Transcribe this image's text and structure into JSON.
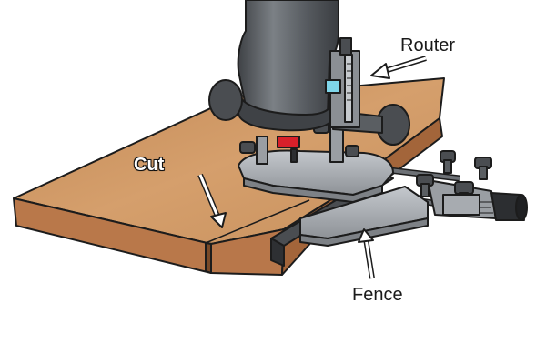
{
  "labels": {
    "router": "Router",
    "cut": "Cut",
    "fence": "Fence"
  },
  "colors": {
    "wood_top": "#c9915e",
    "wood_front": "#b9784a",
    "wood_edge": "#a3653a",
    "metal_dark": "#4f5256",
    "metal_mid": "#8b8f94",
    "metal_light": "#b8bcc1",
    "plate": "#a8acb1",
    "outline": "#1c1c1c",
    "accent_red": "#d8202a",
    "accent_cyan": "#7fd6ea"
  }
}
